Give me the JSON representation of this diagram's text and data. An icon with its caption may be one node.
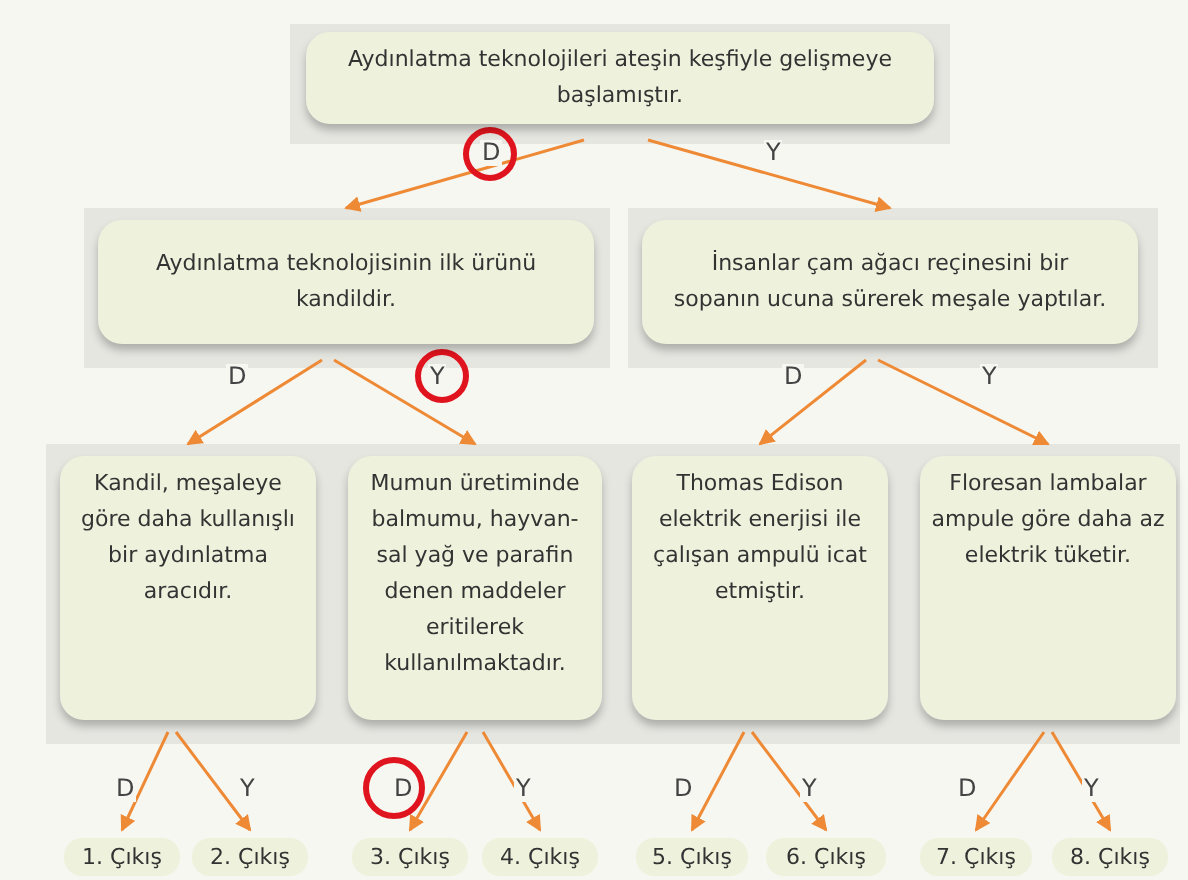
{
  "diagram": {
    "nodes": [
      {
        "text": [
          "Aydınlatma teknolojileri ateşin keşfiyle gelişmeye başlamıştır."
        ]
      },
      {
        "text": [
          "Aydınlatma teknolojisinin ilk ürünü kandildir."
        ]
      },
      {
        "text": [
          "İnsanlar çam ağacı reçinesini bir sopanın ucuna sürerek meşale yaptılar."
        ]
      },
      {
        "text": [
          "Kandil, meşaleye göre daha kullanışlı bir aydınlatma aracıdır."
        ]
      },
      {
        "text": [
          "Mumun üretiminde balmumu, hayvan-sal yağ ve parafin denen maddeler eritilerek kullanılmaktadır."
        ]
      },
      {
        "text": [
          "Thomas Edison elektrik enerjisi ile çalışan ampulü icat etmiştir."
        ]
      },
      {
        "text": [
          "Floresan lambalar ampule göre daha az elektrik tüketir."
        ]
      },
      {
        "text": [
          "1. Çıkış"
        ]
      },
      {
        "text": [
          "2. Çıkış"
        ]
      },
      {
        "text": [
          "3. Çıkış"
        ]
      },
      {
        "text": [
          "4. Çıkış"
        ]
      },
      {
        "text": [
          "5. Çıkış"
        ]
      },
      {
        "text": [
          "6. Çıkış"
        ]
      },
      {
        "text": [
          "7. Çıkış"
        ]
      },
      {
        "text": [
          "8. Çıkış"
        ]
      }
    ],
    "edges": [
      {
        "from": 0,
        "to": 1,
        "arrow": "to",
        "label": "D"
      },
      {
        "from": 0,
        "to": 2,
        "arrow": "to",
        "label": "Y"
      },
      {
        "from": 1,
        "to": 3,
        "arrow": "to",
        "label": "D"
      },
      {
        "from": 1,
        "to": 4,
        "arrow": "to",
        "label": "Y"
      },
      {
        "from": 2,
        "to": 5,
        "arrow": "to",
        "label": "D"
      },
      {
        "from": 2,
        "to": 6,
        "arrow": "to",
        "label": "Y"
      },
      {
        "from": 3,
        "to": 7,
        "arrow": "to",
        "label": "D"
      },
      {
        "from": 3,
        "to": 8,
        "arrow": "to",
        "label": "Y"
      },
      {
        "from": 4,
        "to": 9,
        "arrow": "to",
        "label": "D"
      },
      {
        "from": 4,
        "to": 10,
        "arrow": "to",
        "label": "Y"
      },
      {
        "from": 5,
        "to": 11,
        "arrow": "to",
        "label": "D"
      },
      {
        "from": 5,
        "to": 12,
        "arrow": "to",
        "label": "Y"
      },
      {
        "from": 6,
        "to": 13,
        "arrow": "to",
        "label": "D"
      },
      {
        "from": 6,
        "to": 14,
        "arrow": "to",
        "label": "Y"
      }
    ]
  }
}
